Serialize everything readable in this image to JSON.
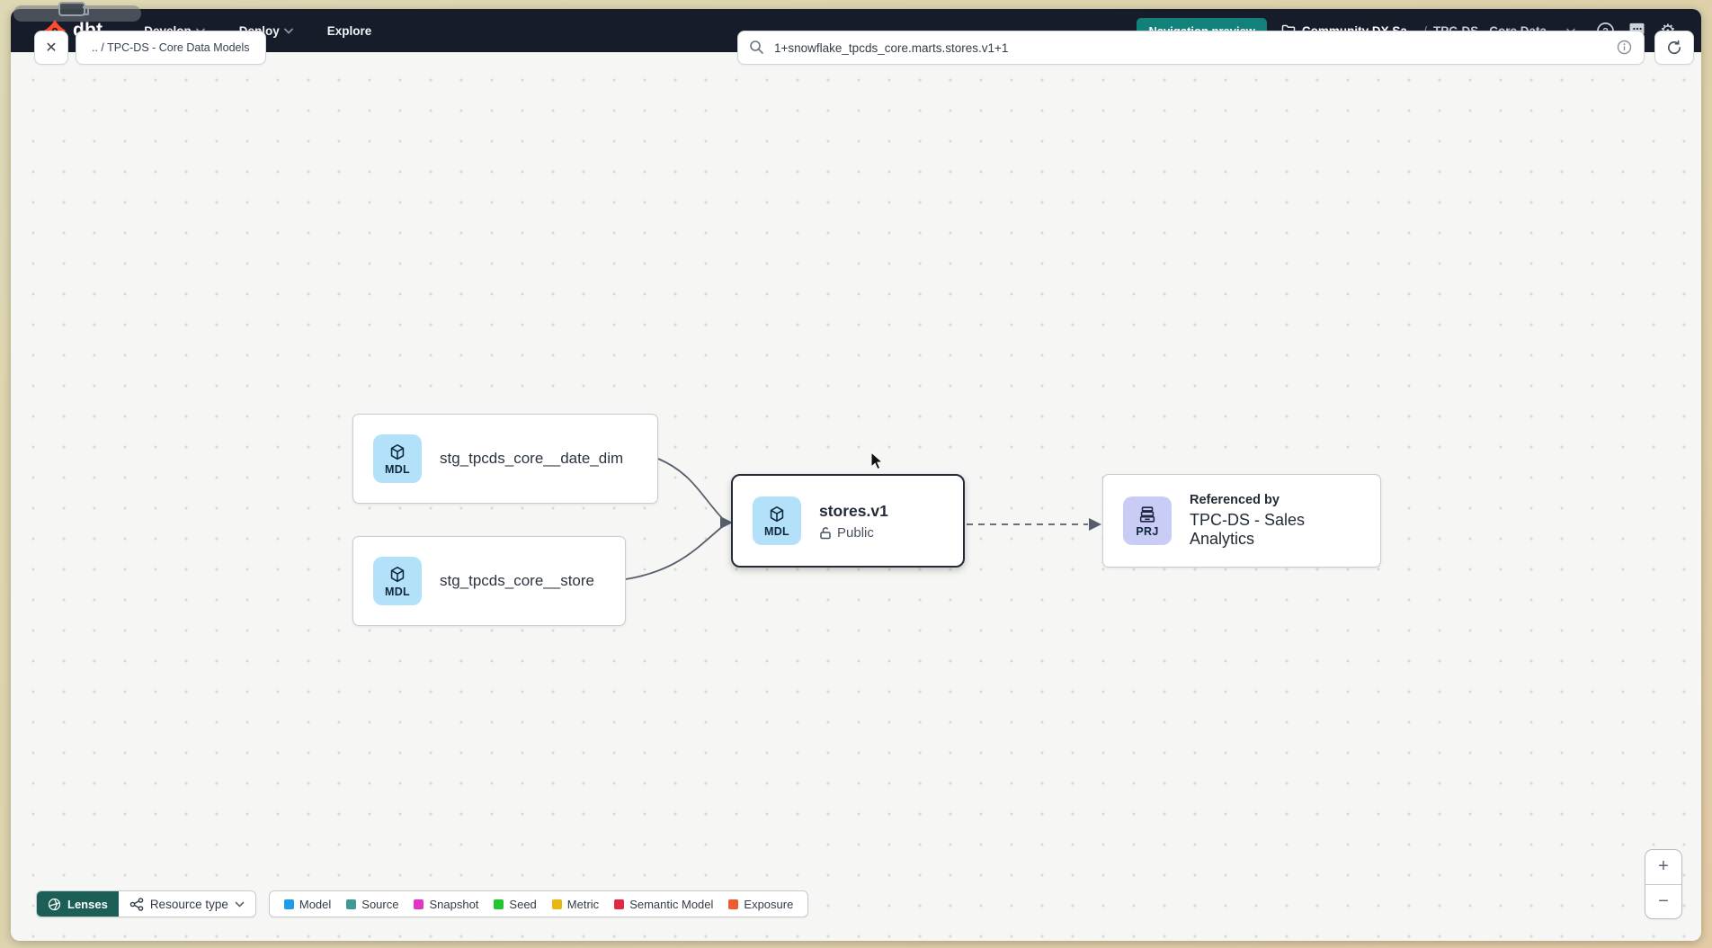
{
  "colors": {
    "brand_orange": "#ff4a2d",
    "accent_teal": "#11817a",
    "lenses_teal": "#1b5f57",
    "navbar_bg": "#161c29"
  },
  "navbar": {
    "logo_text": "dbt",
    "menu_items": [
      {
        "label": "Develop"
      },
      {
        "label": "Deploy"
      },
      {
        "label": "Explore"
      }
    ],
    "preview_badge_label": "Navigation preview",
    "breadcrumb": {
      "account": "Community DX Sa...",
      "separator": "/",
      "project": "TPC-DS - Core Data ..."
    }
  },
  "toolbar": {
    "close_glyph": "✕",
    "breadcrumb_chip": ".. / TPC-DS - Core Data Models",
    "search_value": "1+snowflake_tpcds_core.marts.stores.v1+1"
  },
  "graph": {
    "badge_colors": {
      "model": "#b3e1fa",
      "project": "#c9cdf6"
    },
    "nodes": {
      "date_dim": {
        "badge": "MDL",
        "label": "stg_tpcds_core__date_dim"
      },
      "store": {
        "badge": "MDL",
        "label": "stg_tpcds_core__store"
      },
      "stores_v1": {
        "badge": "MDL",
        "label": "stores.v1",
        "access": "Public"
      },
      "project": {
        "badge": "PRJ",
        "title": "Referenced by",
        "label": "TPC-DS - Sales Analytics"
      }
    }
  },
  "legend": {
    "lenses_label": "Lenses",
    "resource_type_label": "Resource type",
    "items": [
      {
        "label": "Model",
        "color": "#1e9ce8"
      },
      {
        "label": "Source",
        "color": "#3d9a95"
      },
      {
        "label": "Snapshot",
        "color": "#e135c6"
      },
      {
        "label": "Seed",
        "color": "#21c52f"
      },
      {
        "label": "Metric",
        "color": "#e9b711"
      },
      {
        "label": "Semantic Model",
        "color": "#e02945"
      },
      {
        "label": "Exposure",
        "color": "#ee5b31"
      }
    ]
  },
  "zoom_controls": {
    "zoom_in": "+",
    "zoom_out": "−"
  },
  "icons": {
    "settings_glyph": "⚙"
  }
}
